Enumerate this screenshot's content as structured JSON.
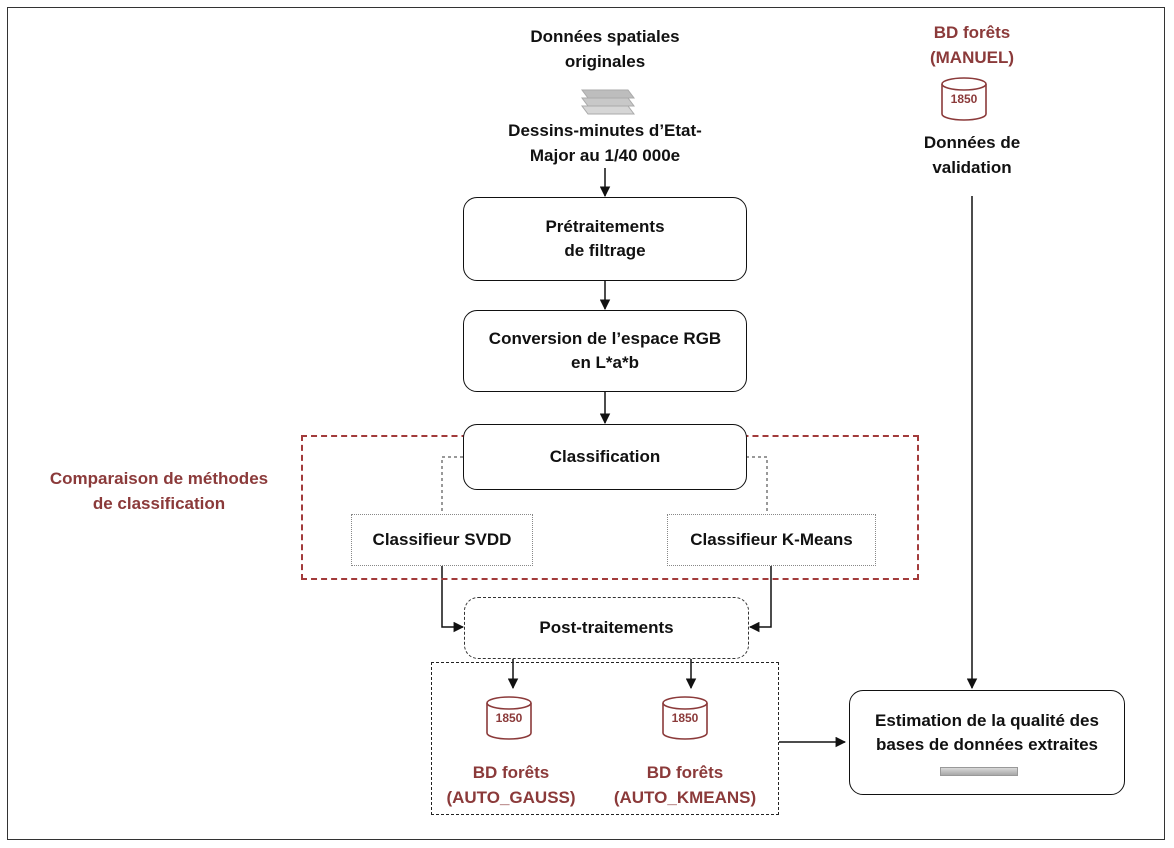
{
  "source": {
    "title": "Données  spatiales\noriginales",
    "subtitle": "Dessins-minutes d’Etat-\nMajor au 1/40 000e"
  },
  "validation": {
    "db_label": "BD forêts\n(MANUEL)",
    "db_year": "1850",
    "caption": "Données  de\nvalidation"
  },
  "steps": {
    "pretraitement": "Prétraitements\n de filtrage",
    "conversion": "Conversion de l’espace RGB\nen L*a*b",
    "classification": "Classification",
    "svdd": "Classifieur SVDD",
    "kmeans": "Classifieur K-Means",
    "post": "Post-traitements",
    "estimation": "Estimation de la qualité des\nbases de données extraites"
  },
  "comparison_label": "Comparaison de méthodes\nde classification",
  "outputs": [
    {
      "year": "1850",
      "label": "BD forêts\n(AUTO_GAUSS)"
    },
    {
      "year": "1850",
      "label": "BD forêts\n(AUTO_KMEANS)"
    }
  ],
  "colors": {
    "accent": "#8B3A3A",
    "ink": "#111111"
  }
}
